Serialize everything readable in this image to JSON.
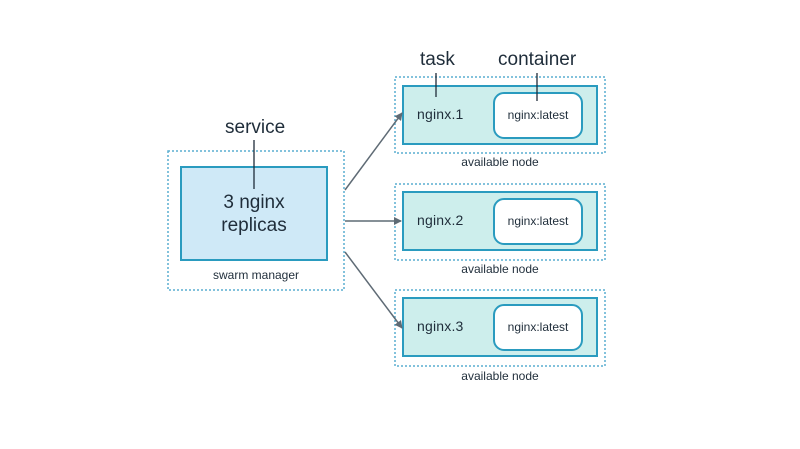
{
  "callouts": {
    "service": "service",
    "task": "task",
    "container": "container"
  },
  "manager": {
    "service_line1": "3 nginx",
    "service_line2": "replicas",
    "caption": "swarm manager"
  },
  "nodes": [
    {
      "task": "nginx.1",
      "image": "nginx:latest",
      "caption": "available node"
    },
    {
      "task": "nginx.2",
      "image": "nginx:latest",
      "caption": "available node"
    },
    {
      "task": "nginx.3",
      "image": "nginx:latest",
      "caption": "available node"
    }
  ],
  "colors": {
    "outline": "#2a9bbf",
    "dotted": "#5aaed0",
    "service_fill": "#cfe9f7",
    "task_fill": "#cdeeec",
    "container_fill": "#ffffff",
    "arrow": "#5f6b75",
    "text": "#1f2d3a"
  }
}
